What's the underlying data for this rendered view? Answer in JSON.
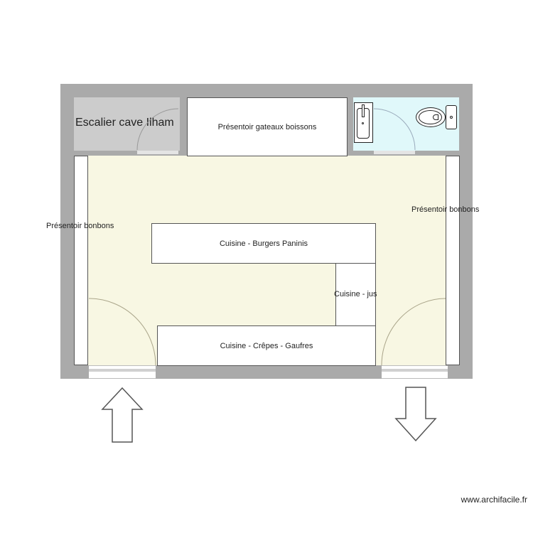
{
  "plan": {
    "rooms": {
      "stair": {
        "label": "Escalier cave Ilham",
        "color": "#cccccc"
      },
      "wc": {
        "label": "",
        "color": "#e0f8fa"
      },
      "main": {
        "label": "",
        "color": "#f8f7e3"
      }
    },
    "walls": {
      "color": "#aaaaaa"
    },
    "furniture": {
      "presentoir_gateaux": "Présentoir gateaux boissons",
      "presentoir_bonbons_left": "Présentoir bonbons",
      "presentoir_bonbons_right": "Présentoir bonbons",
      "cuisine_burgers": "Cuisine - Burgers Paninis",
      "cuisine_jus": "Cuisine - jus",
      "cuisine_crepes": "Cuisine - Crêpes - Gaufres"
    },
    "fixtures": [
      "sink-icon",
      "toilet-icon"
    ],
    "arrows": {
      "entrance": "arrow-up-icon",
      "exit": "arrow-down-icon"
    }
  },
  "footer": {
    "watermark": "www.archifacile.fr"
  }
}
